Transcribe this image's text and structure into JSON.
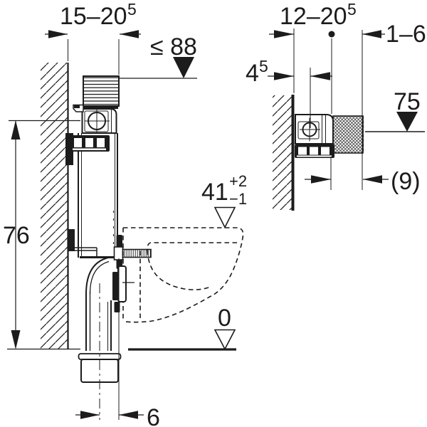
{
  "colors": {
    "ink": "#1c1c1c",
    "background": "#ffffff"
  },
  "front": {
    "wall_distance": {
      "main": "15–20",
      "sup": "5"
    },
    "actuation_height_max": "≤ 88",
    "supply_height": "76",
    "bowl_height": {
      "main": "41",
      "plus": "+2",
      "minus": "−1"
    },
    "floor_level": "0",
    "outlet_offset": "6"
  },
  "side": {
    "wall_distance": {
      "main": "12–20",
      "sup": "5"
    },
    "recess_depth": {
      "main": "4",
      "sup": "5"
    },
    "protrusion_range": "1–6",
    "supply_height": "75",
    "connector_length": "(9)"
  }
}
